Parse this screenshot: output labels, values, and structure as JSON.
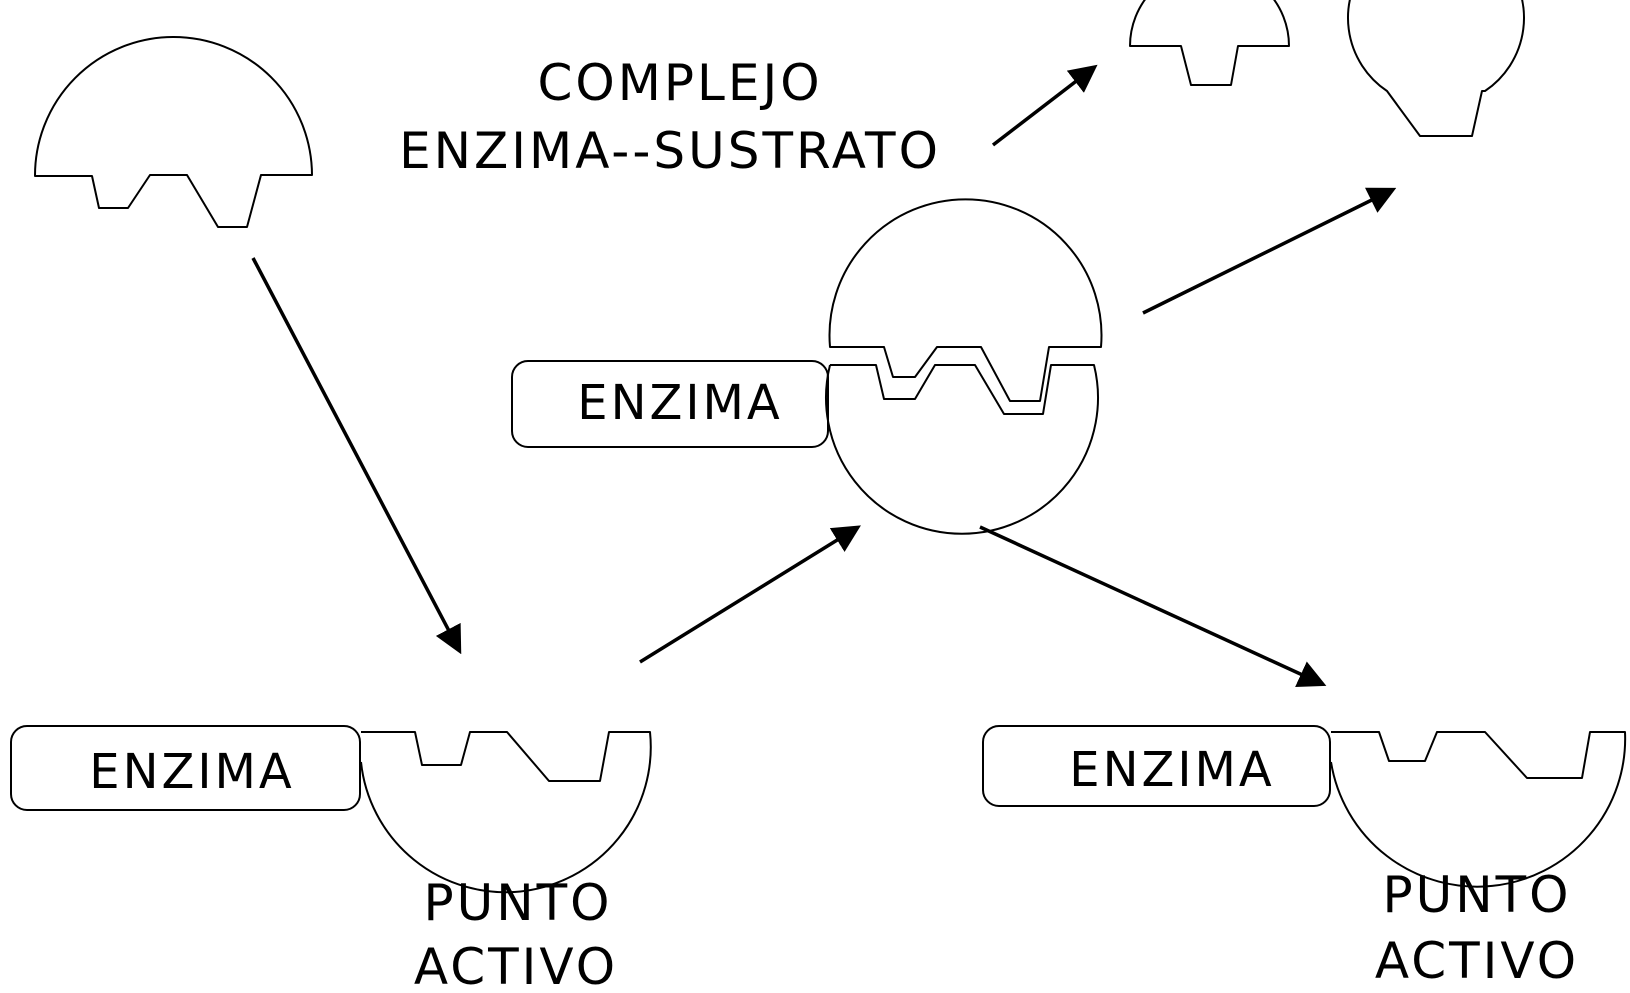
{
  "labels": {
    "complex_line1": "COMPLEJO",
    "complex_line2": "ENZIMA--SUSTRATO",
    "enzyme_center": "ENZIMA",
    "enzyme_left": "ENZIMA",
    "enzyme_right": "ENZIMA",
    "active_site_left_line1": "PUNTO",
    "active_site_left_line2": "ACTIVO",
    "active_site_right_line1": "PUNTO",
    "active_site_right_line2": "ACTIVO"
  },
  "colors": {
    "stroke": "#000000",
    "background": "#ffffff"
  }
}
